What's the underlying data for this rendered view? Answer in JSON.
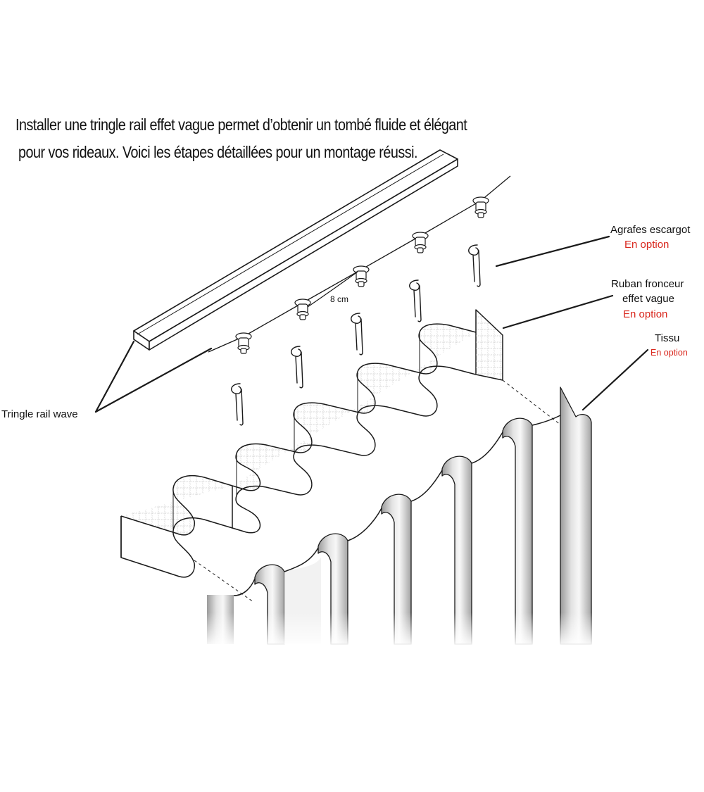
{
  "intro": {
    "line1": "Installer une tringle rail effet vague permet d’obtenir un tombé fluide et élégant",
    "line2": "pour vos rideaux. Voici les étapes détaillées pour un montage réussi."
  },
  "labels": {
    "rail": "Tringle rail wave",
    "hooks": "Agrafes escargot",
    "hooks_option": "En option",
    "tape_line1": "Ruban fronceur",
    "tape_line2": "effet vague",
    "tape_option": "En option",
    "fabric": "Tissu",
    "fabric_option": "En option",
    "spacing": "8 cm"
  },
  "colors": {
    "ink": "#1a1a1a",
    "option_red": "#d9261c"
  }
}
